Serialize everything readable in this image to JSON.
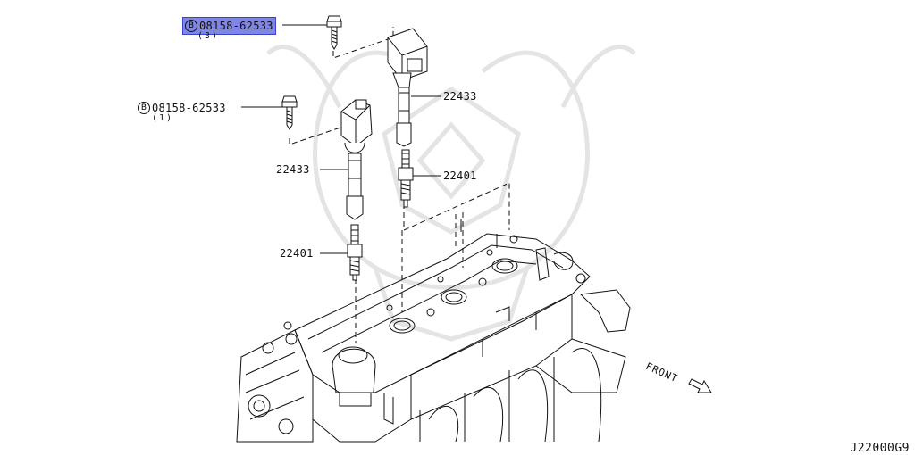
{
  "callouts": {
    "bolt_top": {
      "circle": "B",
      "part": "08158-62533",
      "qty": "(3)"
    },
    "bolt_left": {
      "circle": "B",
      "part": "08158-62533",
      "qty": "(1)"
    },
    "coil_right": "22433",
    "coil_left": "22433",
    "plug_right": "22401",
    "plug_left": "22401"
  },
  "direction_label": "FRONT",
  "diagram_code": "J22000G9",
  "highlight_color": "#7f86e6"
}
